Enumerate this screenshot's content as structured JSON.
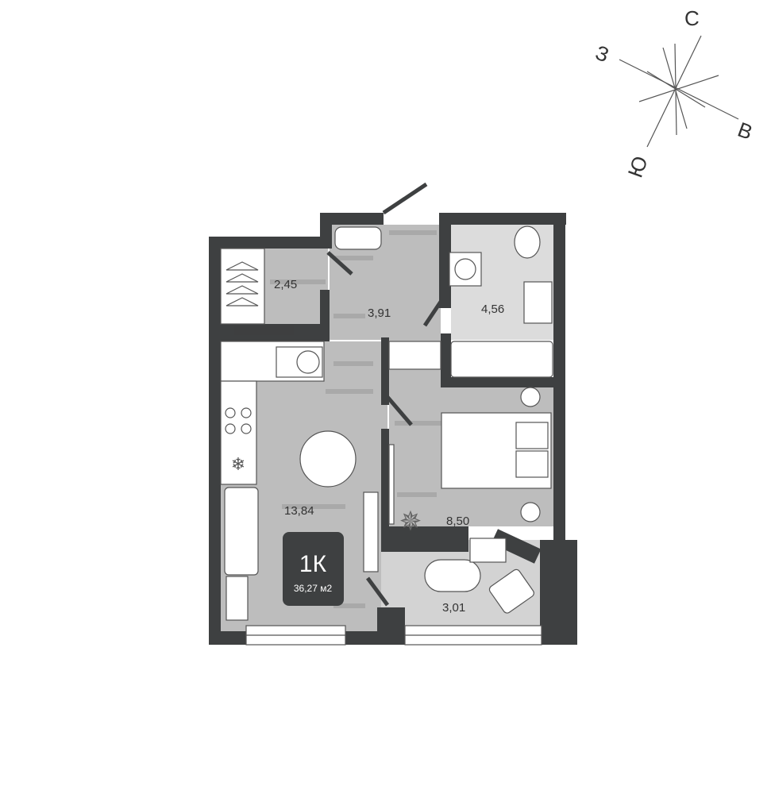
{
  "compass": {
    "north": "С",
    "west": "З",
    "east": "В",
    "south": "Ю"
  },
  "badge": {
    "type": "1К",
    "total_area": "36,27 м2"
  },
  "rooms": [
    {
      "name": "wardrobe",
      "area": "2,45"
    },
    {
      "name": "hallway",
      "area": "3,91"
    },
    {
      "name": "bathroom",
      "area": "4,56"
    },
    {
      "name": "kitchen-living",
      "area": "13,84"
    },
    {
      "name": "bedroom",
      "area": "8,50"
    },
    {
      "name": "balcony",
      "area": "3,01"
    }
  ],
  "colors": {
    "wall": "#3e4041",
    "floor": "#bdbdbd",
    "badge": "#3e4041"
  }
}
